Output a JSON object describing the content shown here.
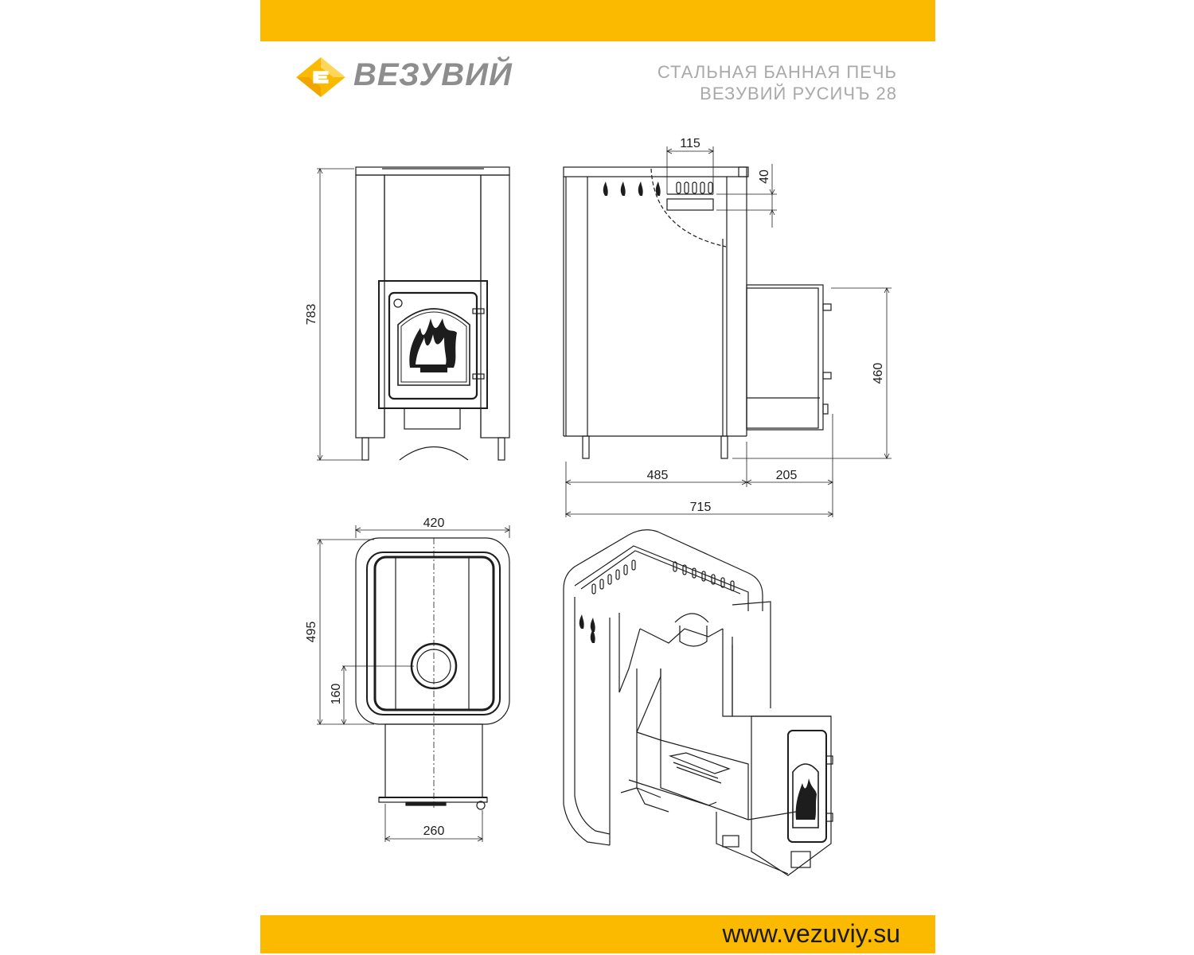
{
  "brand": {
    "name": "ВЕЗУВИЙ",
    "logo_icon": "vezuviy-diamond-logo-icon",
    "colors": {
      "band": "#FBBA00",
      "logo_light": "#FFD659",
      "logo_dark": "#F0A500",
      "brand_text": "#8D8D8D"
    }
  },
  "header": {
    "title_line1": "СТАЛЬНАЯ БАННАЯ ПЕЧЬ",
    "title_line2": "ВЕЗУВИЙ РУСИЧЪ 28"
  },
  "dimensions": {
    "front_height": "783",
    "chimney_offset": "115",
    "top_step": "40",
    "tunnel_height": "460",
    "body_depth": "485",
    "tunnel_length": "205",
    "total_depth": "715",
    "width": "420",
    "plan_depth": "495",
    "chimney_center": "160",
    "tunnel_width": "260"
  },
  "footer": {
    "website": "www.vezuviy.su"
  }
}
